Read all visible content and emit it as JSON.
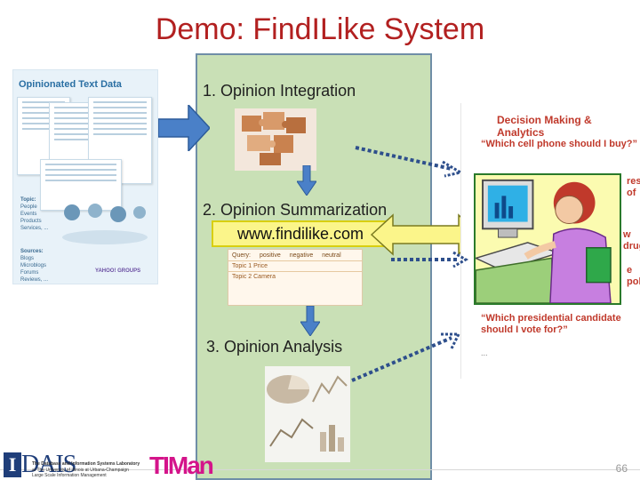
{
  "slide": {
    "title": "Demo: FindILike System",
    "page_number": "66"
  },
  "left_panel": {
    "title": "Opinionated Text Data",
    "topic_label": "Topic:",
    "topic_items": "People\nEvents\nProducts\nServices, ...",
    "sources_label": "Sources:",
    "sources_items": "Blogs\nMicroblogs\nForums\nReviews, ...",
    "yahoo_label": "YAHOO! GROUPS"
  },
  "center": {
    "stage1": "1. Opinion Integration",
    "stage2": "2. Opinion Summarization",
    "stage3": "3. Opinion Analysis",
    "url": "www.findilike.com",
    "summary_table": {
      "header": [
        "Query:",
        "positive",
        "negative",
        "neutral"
      ],
      "rows": [
        "Topic 1 Price",
        "Topic 2 Camera"
      ]
    }
  },
  "right_panel": {
    "title": "Decision Making & Analytics",
    "quote1": "“Which cell phone should I buy?”",
    "partial1": "res of",
    "partial2": "w drug?”",
    "partial3": "e policy",
    "quote2": "“Which presidential candidate should I vote for?”",
    "ellipsis": "..."
  },
  "footer": {
    "daisy_letter": "I",
    "daisy_text": "DAIS",
    "lab_line1": "The Database and Information Systems Laboratory",
    "lab_line2": "at The University of Illinois at Urbana-Champaign",
    "lab_line3": "Large Scale Information Management",
    "timan_text": "TIMan"
  },
  "colors": {
    "title": "#b22020",
    "center_column": "#c9e0b6",
    "arrow_fill": "#4a80c8",
    "url_highlight": "#fbf58a",
    "dotted_arrow": "#2e4f8c"
  }
}
